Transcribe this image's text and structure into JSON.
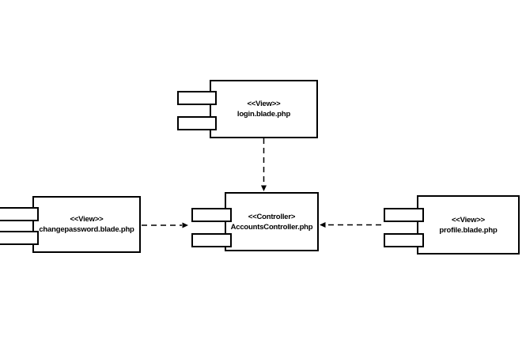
{
  "diagram": {
    "type": "uml-component-diagram",
    "background_color": "#ffffff",
    "line_color": "#000000",
    "text_color": "#000000",
    "components": [
      {
        "id": "login-view",
        "stereotype": "<<View>>",
        "name": "login.blade.php"
      },
      {
        "id": "changepassword-view",
        "stereotype": "<<View>>",
        "name": "changepassword.blade.php"
      },
      {
        "id": "accounts-controller",
        "stereotype": "<<Controller>",
        "name": "AccountsController.php"
      },
      {
        "id": "profile-view",
        "stereotype": "<<View>>",
        "name": "profile.blade.php"
      }
    ],
    "connectors": [
      {
        "from": "login.blade.php",
        "to": "AccountsController.php",
        "line_style": "dashed",
        "arrowhead": "filled",
        "direction": "down"
      },
      {
        "from": "changepassword.blade.php",
        "to": "AccountsController.php",
        "line_style": "dashed",
        "arrowhead": "filled",
        "direction": "right"
      },
      {
        "from": "profile.blade.php",
        "to": "AccountsController.php",
        "line_style": "dashed",
        "arrowhead": "filled",
        "direction": "left"
      }
    ]
  }
}
